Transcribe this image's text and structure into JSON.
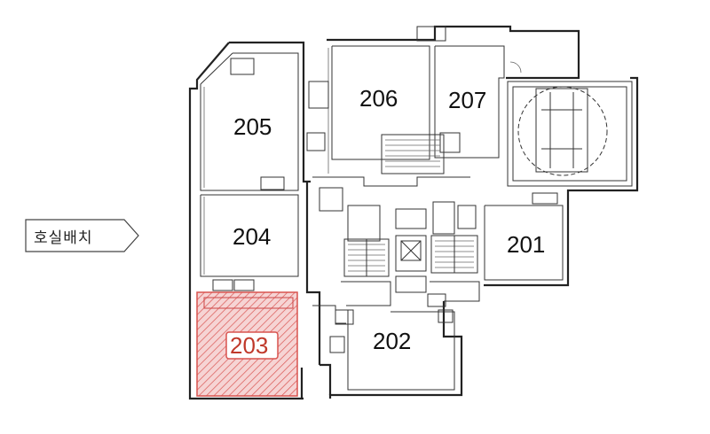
{
  "tag": {
    "label": "호실배치"
  },
  "rooms": [
    {
      "id": "205",
      "label": "205"
    },
    {
      "id": "206",
      "label": "206"
    },
    {
      "id": "207",
      "label": "207"
    },
    {
      "id": "204",
      "label": "204"
    },
    {
      "id": "201",
      "label": "201"
    },
    {
      "id": "203",
      "label": "203",
      "highlighted": true
    },
    {
      "id": "202",
      "label": "202"
    }
  ],
  "colors": {
    "highlight": "#d9534f",
    "highlight_fill": "#f4c7c7",
    "line": "#222222"
  }
}
